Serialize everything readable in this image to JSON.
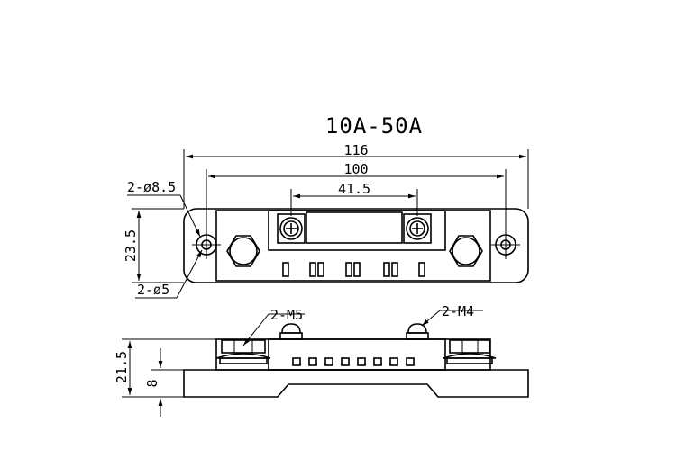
{
  "title": "10A-50A",
  "dimensions": {
    "overall_length": "116",
    "hole_spacing": "100",
    "terminal_spacing": "41.5",
    "width": "23.5",
    "height": "21.5",
    "base_height": "8"
  },
  "callouts": {
    "large_hole": "2-ø8.5",
    "small_hole": "2-ø5",
    "bolt_m5": "2-M5",
    "screw_m4": "2-M4"
  }
}
